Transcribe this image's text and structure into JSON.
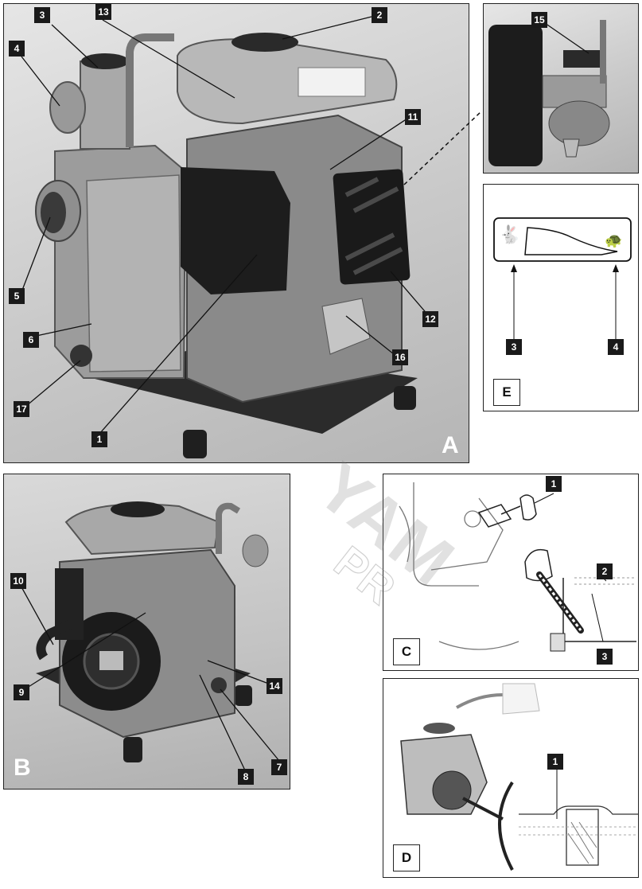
{
  "panels": {
    "a": {
      "letter": "A",
      "callouts": [
        "3",
        "13",
        "2",
        "4",
        "11",
        "5",
        "12",
        "6",
        "16",
        "17",
        "1"
      ]
    },
    "b": {
      "letter": "B",
      "callouts": [
        "10",
        "9",
        "14",
        "7",
        "8"
      ]
    },
    "e": {
      "letter": "E",
      "callouts": [
        "3",
        "4"
      ]
    },
    "c": {
      "letter": "C",
      "callouts": [
        "1",
        "2",
        "3"
      ]
    },
    "d": {
      "letter": "D",
      "callouts": [
        "1"
      ]
    },
    "inset": {
      "callouts": [
        "15"
      ]
    }
  },
  "watermark": {
    "line1": "YAM",
    "line2": "PR"
  },
  "icons": {
    "fast": "rabbit-icon",
    "slow": "turtle-icon"
  },
  "colors": {
    "callout_bg": "#1a1a1a",
    "callout_text": "#ffffff"
  }
}
